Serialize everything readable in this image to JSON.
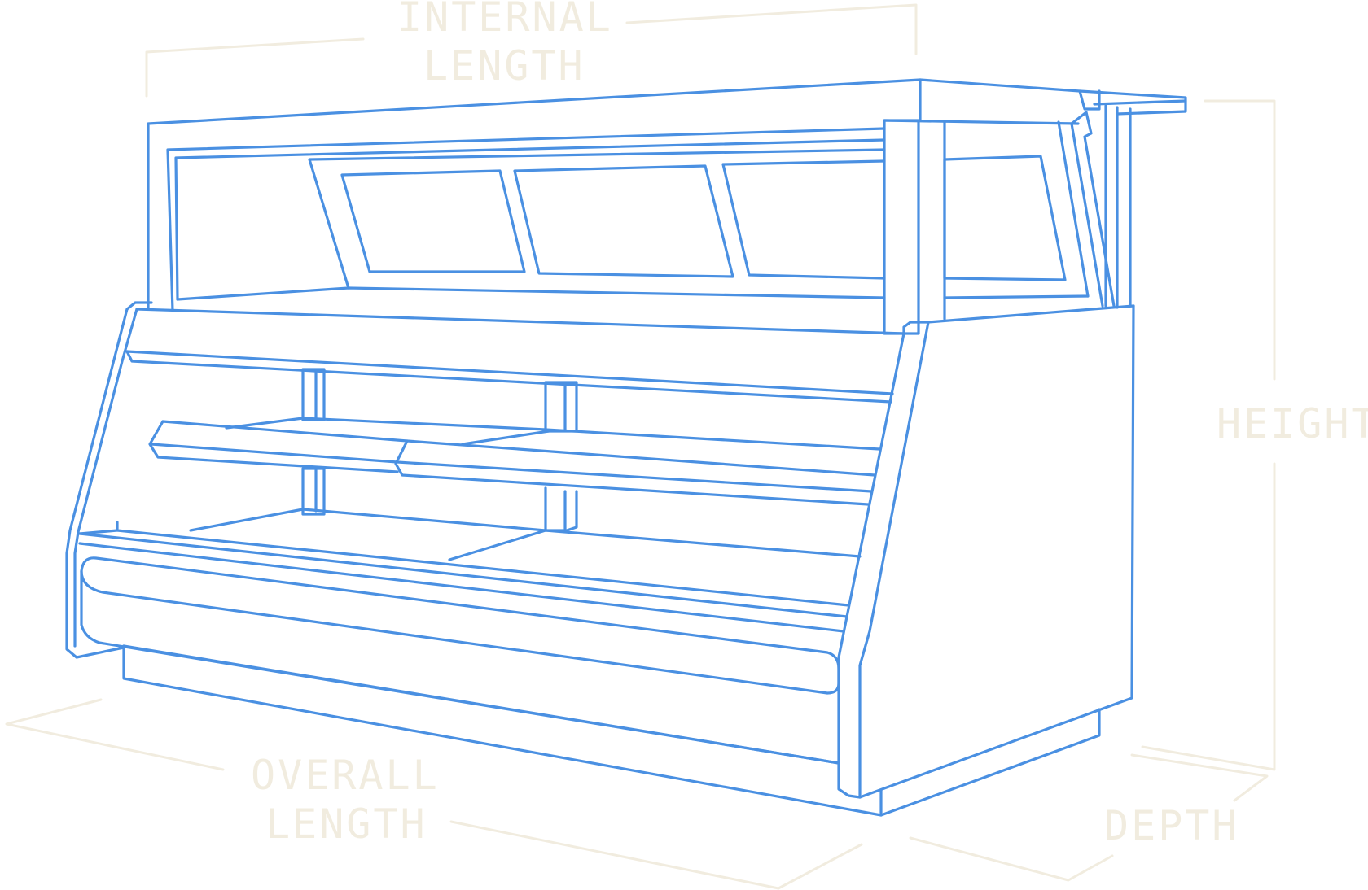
{
  "colors": {
    "outline": "#4a90e2",
    "dimension": "#f1ecdf",
    "background": "#ffffff"
  },
  "dimensions": {
    "internal_length": {
      "line1": "INTERNAL",
      "line2": "LENGTH"
    },
    "height": {
      "label": "HEIGHT"
    },
    "overall_length": {
      "line1": "OVERALL",
      "line2": "LENGTH"
    },
    "depth": {
      "label": "DEPTH"
    }
  }
}
